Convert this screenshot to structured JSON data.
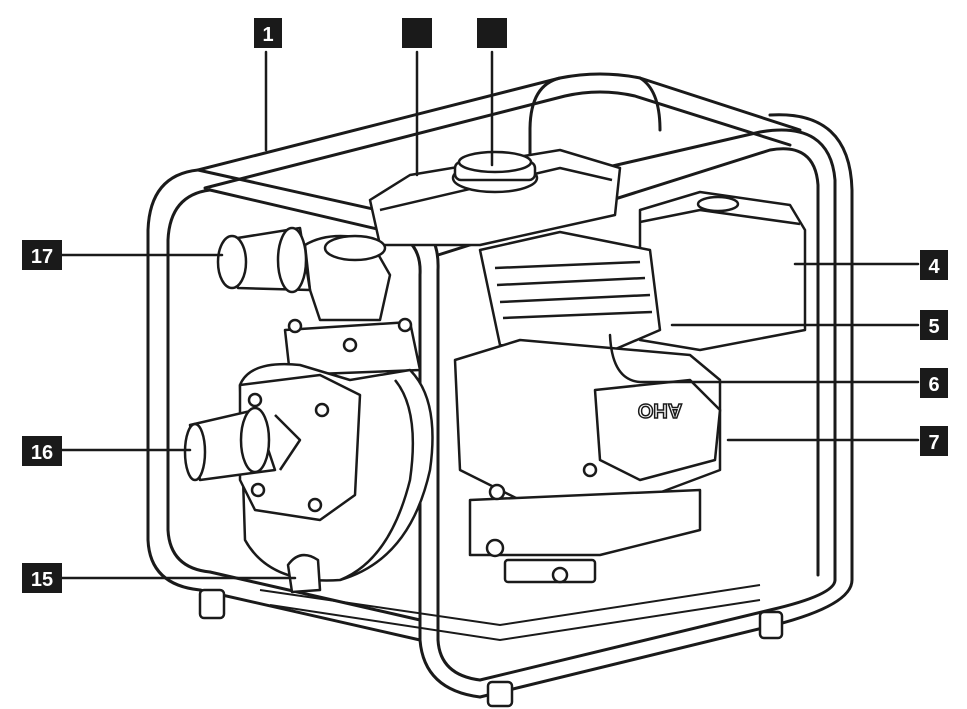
{
  "diagram": {
    "callouts": [
      {
        "id": "c1",
        "label": "1"
      },
      {
        "id": "c2",
        "label": ""
      },
      {
        "id": "c3",
        "label": ""
      },
      {
        "id": "c4",
        "label": "4"
      },
      {
        "id": "c5",
        "label": "5"
      },
      {
        "id": "c6",
        "label": "6"
      },
      {
        "id": "c7",
        "label": "7"
      },
      {
        "id": "c15",
        "label": "15"
      },
      {
        "id": "c16",
        "label": "16"
      },
      {
        "id": "c17",
        "label": "17"
      }
    ],
    "engine_cover_text": "AHO"
  },
  "colors": {
    "line": "#1a1a1a",
    "badge_fill": "#1a1a1a",
    "badge_text": "#ffffff",
    "background": "#ffffff"
  }
}
